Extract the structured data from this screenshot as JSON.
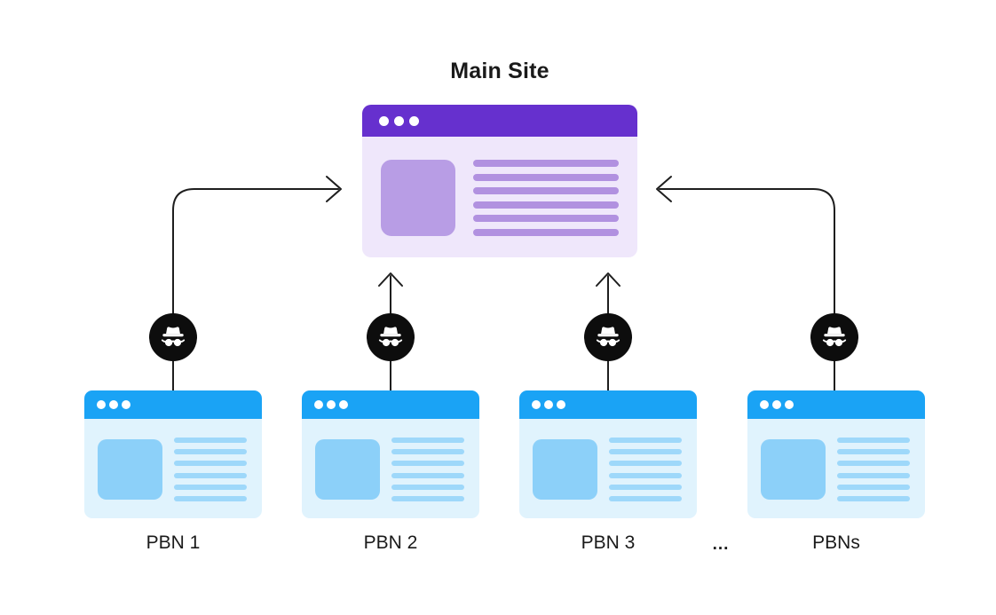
{
  "main_site": {
    "title": "Main Site",
    "window_dots": 3,
    "content_lines": 6
  },
  "pbn_sites": [
    {
      "label": "PBN 1"
    },
    {
      "label": "PBN 2"
    },
    {
      "label": "PBN 3"
    },
    {
      "label": "PBNs"
    }
  ],
  "ellipsis": "...",
  "icons": {
    "badge": "incognito-icon",
    "window_controls": "window-control-dots"
  },
  "colors": {
    "background": "#ffffff",
    "text": "#1a1a1a",
    "arrow": "#1e1e1e",
    "icon_bg": "#0d0d0d",
    "main_header": "#6630ce",
    "main_body": "#efe7fb",
    "main_accent": "#b89de5",
    "main_line": "#b191e0",
    "pbn_header": "#1aa3f5",
    "pbn_body": "#e0f3fd",
    "pbn_accent": "#8cd0f9",
    "pbn_line": "#9ed8fa"
  }
}
